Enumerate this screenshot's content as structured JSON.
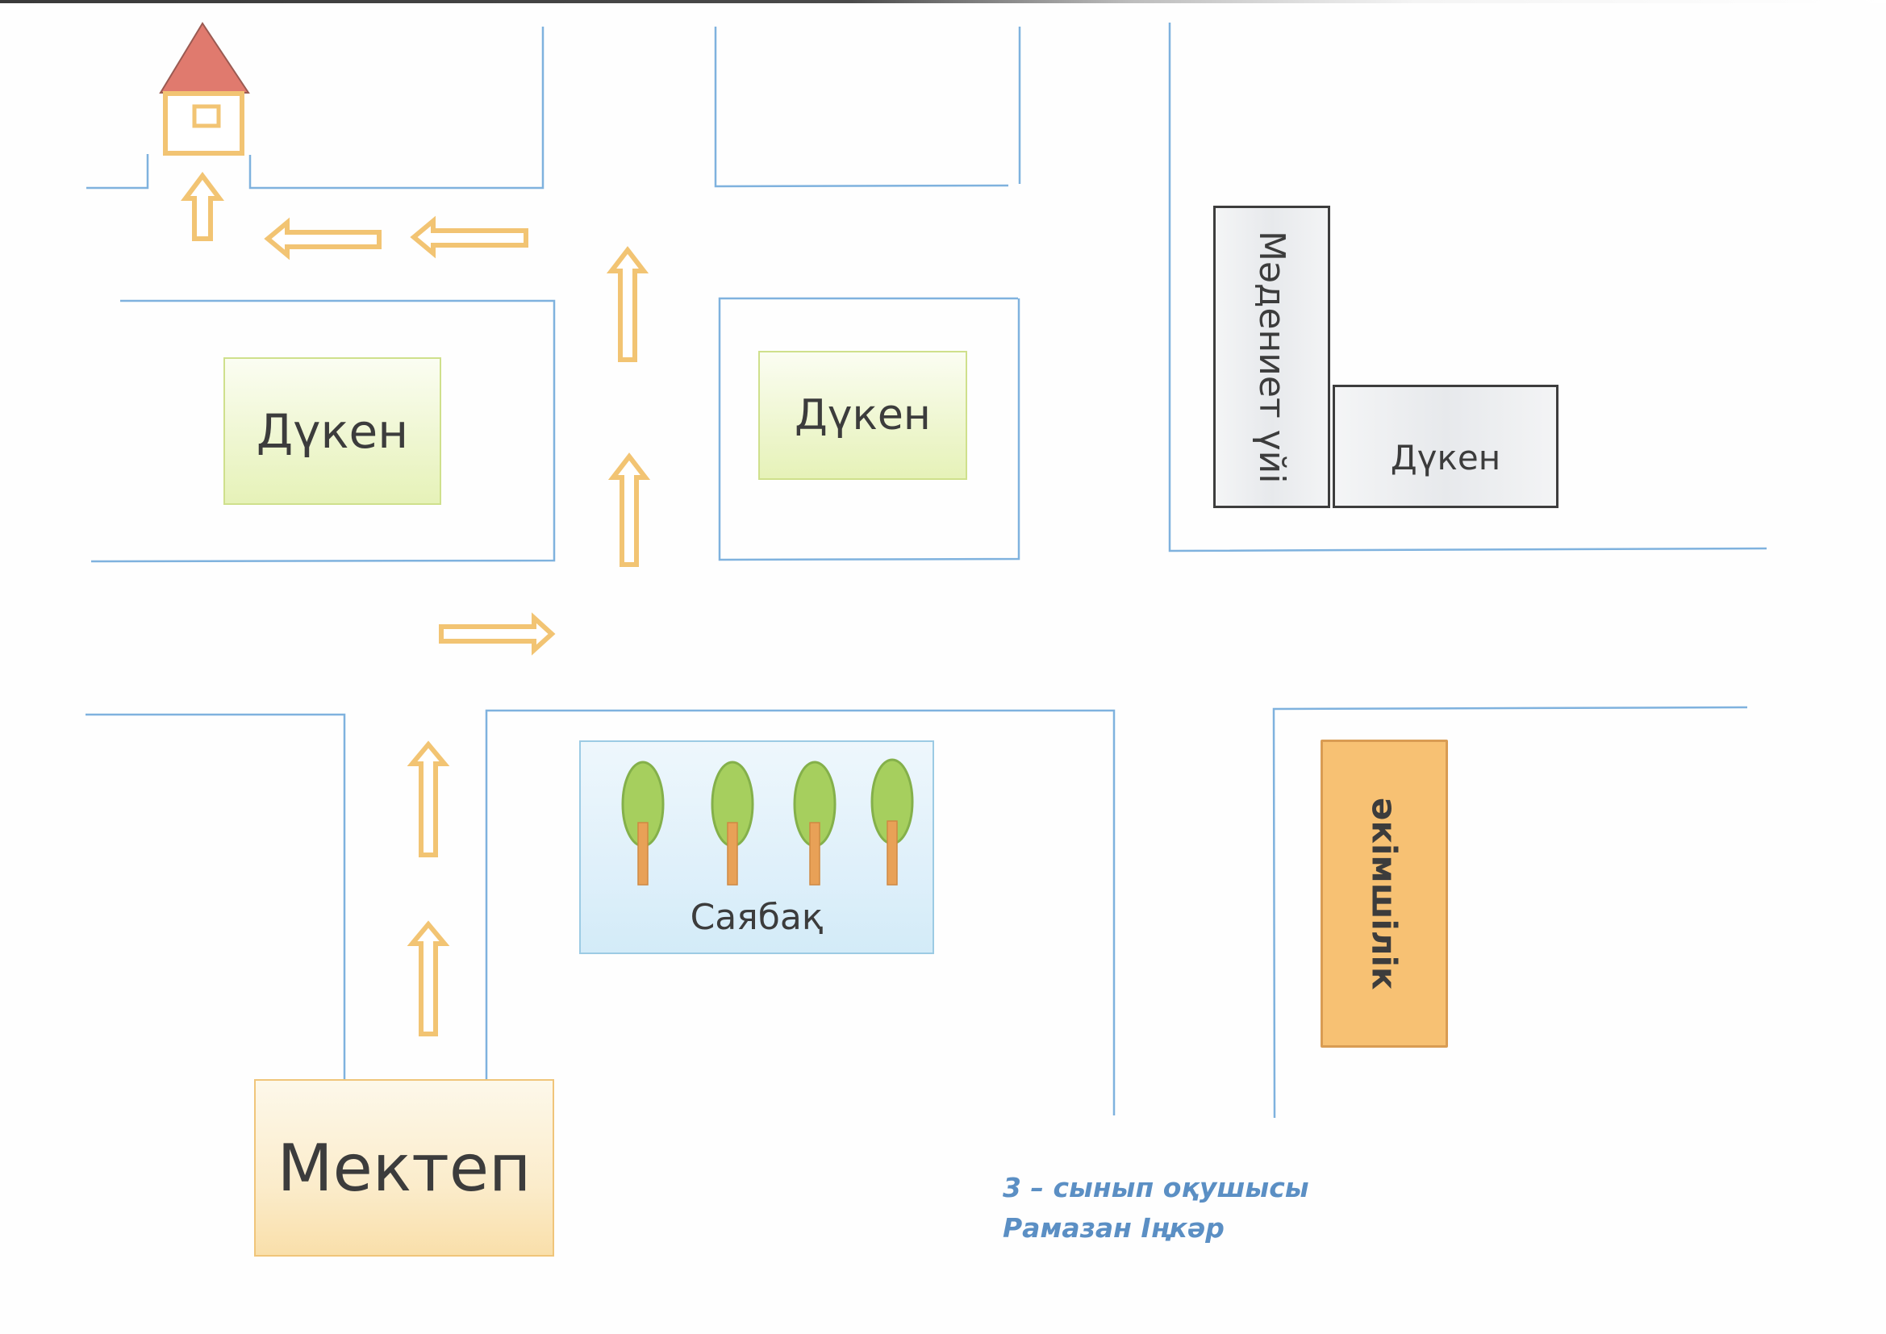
{
  "title": "Route map from school to home",
  "labels": {
    "shop_1": "Дүкен",
    "shop_2": "Дүкен",
    "shop_3": "Дүкен",
    "culture_house": "Мәдениет үйі",
    "administration": "әкімшілік",
    "park": "Саябақ",
    "school": "Мектеп"
  },
  "credit": {
    "line1": "3 – сынып оқушысы",
    "line2": "Рамазан Іңкәр"
  },
  "icons": {
    "home": "house-icon",
    "trees": [
      "tree-icon",
      "tree-icon",
      "tree-icon",
      "tree-icon"
    ],
    "route_arrows": [
      "arrow-up",
      "arrow-up",
      "arrow-right",
      "arrow-up",
      "arrow-up",
      "arrow-left",
      "arrow-left",
      "arrow-up"
    ]
  },
  "colors": {
    "road": "#7fb2de",
    "route_arrow": "#f2c473",
    "roof": "#e07a6e",
    "house_wall": "#f2c473",
    "shop_fill": "#eef6cf",
    "admin_fill": "#f7c173",
    "park_fill": "#dff0fa",
    "credit_text": "#5b8fc4"
  }
}
